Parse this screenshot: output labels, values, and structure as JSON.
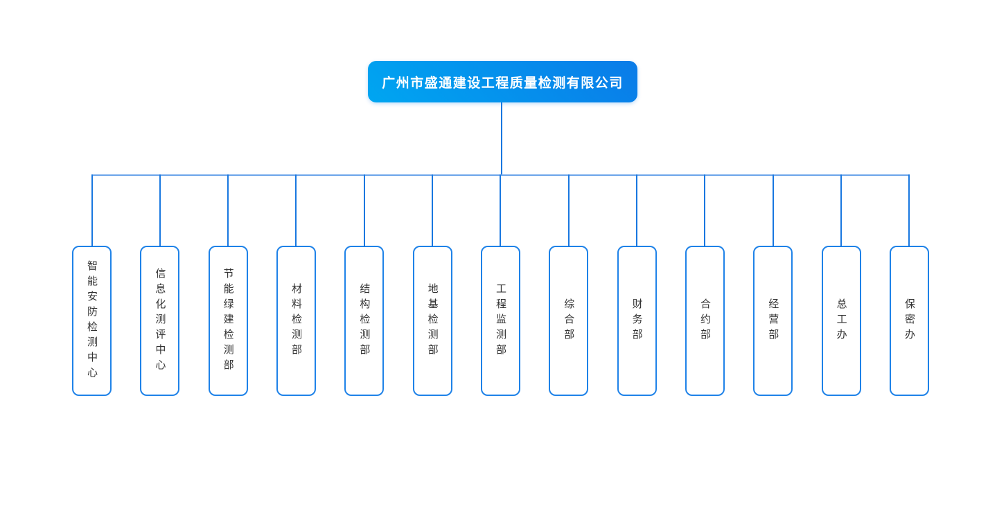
{
  "company": {
    "name": "广州市盛通建设工程质量检测有限公司"
  },
  "departments": [
    {
      "label": "智能安防检测中心"
    },
    {
      "label": "信息化测评中心"
    },
    {
      "label": "节能绿建检测部"
    },
    {
      "label": "材料检测部"
    },
    {
      "label": "结构检测部"
    },
    {
      "label": "地基检测部"
    },
    {
      "label": "工程监测部"
    },
    {
      "label": "综合部"
    },
    {
      "label": "财务部"
    },
    {
      "label": "合约部"
    },
    {
      "label": "经营部"
    },
    {
      "label": "总工办"
    },
    {
      "label": "保密办"
    }
  ],
  "colors": {
    "background": "#ffffff",
    "root_gradient_start": "#00a6f1",
    "root_gradient_end": "#0a7be8",
    "root_text": "#ffffff",
    "box_border": "#1e82e8",
    "connector_vertical": "#1877e0",
    "connector_horizontal": "#6ba4ea",
    "dept_text": "#333333"
  }
}
